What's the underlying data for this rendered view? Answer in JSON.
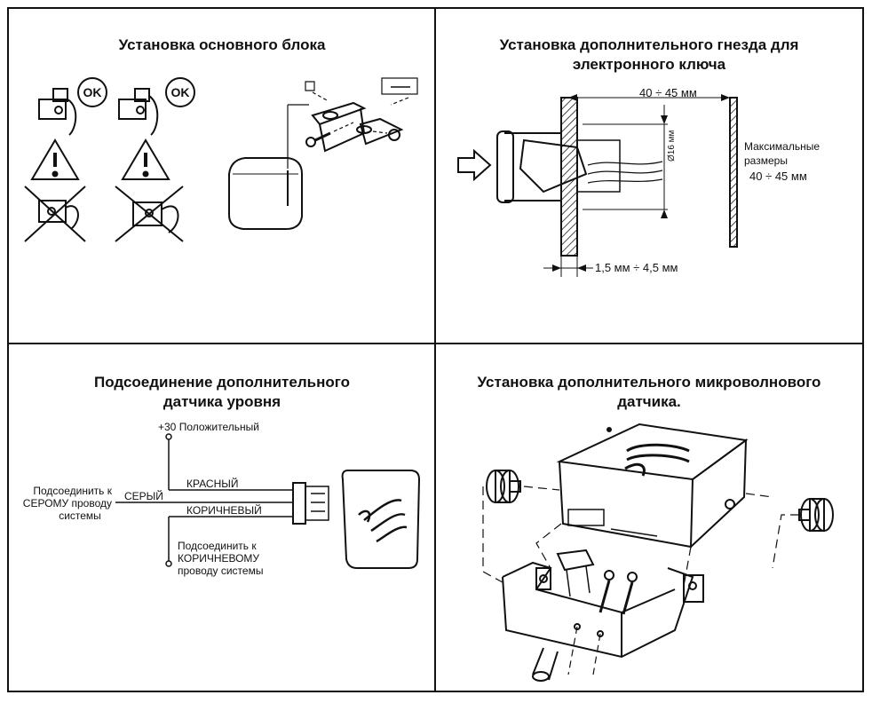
{
  "panels": {
    "main_unit": {
      "title": "Установка основного блока",
      "ok_label": "OK"
    },
    "key_socket": {
      "title_line1": "Установка дополнительного гнезда для",
      "title_line2": "электронного ключа",
      "dim_top": "40 ÷ 45 мм",
      "dim_diameter": "Ø16 мм",
      "note_line1": "Максимальные",
      "note_line2": "размеры",
      "note_dim": "40 ÷ 45 мм",
      "dim_bottom": "1,5 мм ÷ 4,5 мм"
    },
    "level_sensor": {
      "title_line1": "Подсоединение дополнительного",
      "title_line2": "датчика уровня",
      "plus30": "+30 Положительный",
      "left_line1": "Подсоединить к",
      "left_line2": "СЕРОМУ проводу",
      "left_line3": "системы",
      "wire_gray": "СЕРЫЙ",
      "wire_red": "КРАСНЫЙ",
      "wire_brown": "КОРИЧНЕВЫЙ",
      "bottom_line1": "Подсоединить к",
      "bottom_line2": "КОРИЧНЕВОМУ",
      "bottom_line3": "проводу системы"
    },
    "microwave_sensor": {
      "title_line1": "Установка дополнительного микроволнового",
      "title_line2": "датчика."
    }
  }
}
